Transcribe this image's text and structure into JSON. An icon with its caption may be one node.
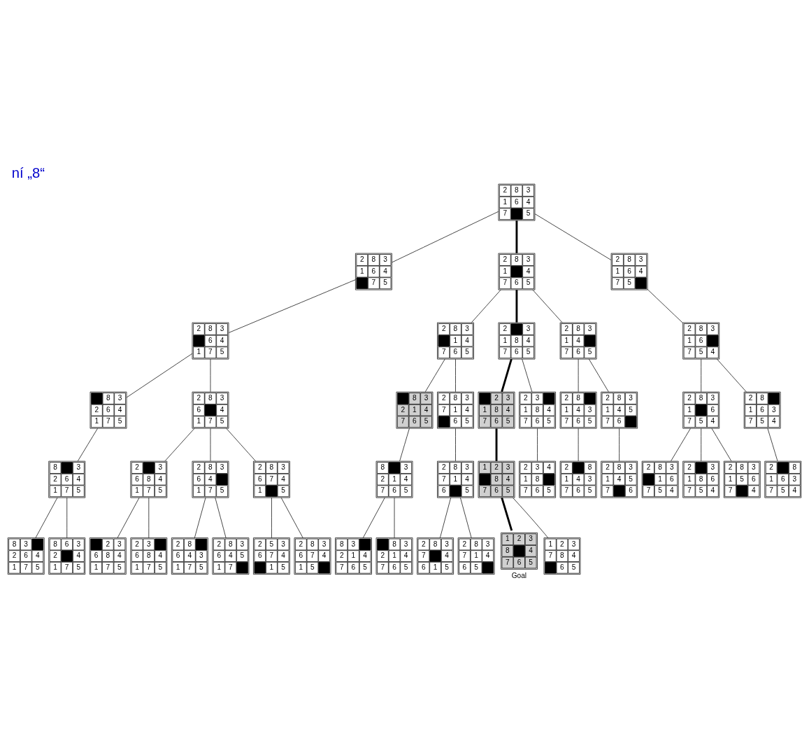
{
  "diagram": {
    "title": "ní „8“",
    "nodes": [
      {
        "text": [
          "2 8 3",
          "1 6 4",
          "7 5"
        ]
      },
      {
        "text": [
          "2 8 3",
          "1 6 4",
          "7 5"
        ]
      },
      {
        "text": [
          "2 8 3",
          "1 4",
          "7 6 5"
        ]
      },
      {
        "text": [
          "2 8 3",
          "1 6 4",
          "7 5"
        ]
      },
      {
        "text": [
          "2 8 3",
          "6 4",
          "1 7 5"
        ]
      },
      {
        "text": [
          "2 8 3",
          "1 4",
          "7 6 5"
        ]
      },
      {
        "text": [
          "2 3",
          "1 8 4",
          "7 6 5"
        ]
      },
      {
        "text": [
          "2 8 3",
          "1 4",
          "7 6 5"
        ]
      },
      {
        "text": [
          "2 8 3",
          "1 6",
          "7 5 4"
        ]
      },
      {
        "text": [
          "8 3",
          "2 6 4",
          "1 7 5"
        ]
      },
      {
        "text": [
          "2 8 3",
          "6 4",
          "1 7 5"
        ]
      },
      {
        "text": [
          "8 3",
          "2 1 4",
          "7 6 5"
        ]
      },
      {
        "text": [
          "2 8 3",
          "7 1 4",
          "6 5"
        ]
      },
      {
        "text": [
          "2 3",
          "1 8 4",
          "7 6 5"
        ]
      },
      {
        "text": [
          "2 3",
          "1 8 4",
          "7 6 5"
        ]
      },
      {
        "text": [
          "2 8",
          "1 4 3",
          "7 6 5"
        ]
      },
      {
        "text": [
          "2 8 3",
          "1 4 5",
          "7 6"
        ]
      },
      {
        "text": [
          "2 8 3",
          "1 6",
          "7 5 4"
        ]
      },
      {
        "text": [
          "2 8",
          "1 6 3",
          "7 5 4"
        ]
      },
      {
        "text": [
          "8 3",
          "2 6 4",
          "1 7 5"
        ]
      },
      {
        "text": [
          "2 3",
          "6 8 4",
          "1 7 5"
        ]
      },
      {
        "text": [
          "2 8 3",
          "6 4",
          "1 7 5"
        ]
      },
      {
        "text": [
          "2 8 3",
          "6 7 4",
          "1 5"
        ]
      },
      {
        "text": [
          "8 3",
          "2 1 4",
          "7 6 5"
        ]
      },
      {
        "text": [
          "2 8 3",
          "7 1 4",
          "6 5"
        ]
      },
      {
        "text": [
          "1 2 3",
          "8 4",
          "7 6 5"
        ]
      },
      {
        "text": [
          "2 3 4",
          "1 8",
          "7 6 5"
        ]
      },
      {
        "text": [
          "2 8",
          "1 4 3",
          "7 6 5"
        ]
      },
      {
        "text": [
          "2 8 3",
          "1 4 5",
          "7 6"
        ]
      },
      {
        "text": [
          "2 8 3",
          "1 6",
          "7 5 4"
        ]
      },
      {
        "text": [
          "2 3",
          "1 8 6",
          "7 5 4"
        ]
      },
      {
        "text": [
          "2 8 3",
          "1 5 6",
          "7 4"
        ]
      },
      {
        "text": [
          "2 8",
          "1 6 3",
          "7 5 4"
        ]
      },
      {
        "text": [
          "8 3",
          "2 6 4",
          "1 7 5"
        ]
      },
      {
        "text": [
          "8 6 3",
          "2 4",
          "1 7 5"
        ]
      },
      {
        "text": [
          "2 3",
          "6 8 4",
          "1 7 5"
        ]
      },
      {
        "text": [
          "2 3",
          "6 8 4",
          "1 7 5"
        ]
      },
      {
        "text": [
          "2 8",
          "6 4 3",
          "1 7 5"
        ]
      },
      {
        "text": [
          "2 8 3",
          "6 4 5",
          "1 7"
        ]
      },
      {
        "text": [
          "2 5 3",
          "6 7 4",
          "1 5"
        ]
      },
      {
        "text": [
          "2 8 3",
          "6 7 4",
          "1 5"
        ]
      },
      {
        "text": [
          "8 3",
          "2 1 4",
          "7 6 5"
        ]
      },
      {
        "text": [
          "8 3",
          "2 1 4",
          "7 6 5"
        ]
      },
      {
        "text": [
          "2 8 3",
          "7 4",
          "6 1 5"
        ]
      },
      {
        "text": [
          "2 8 3",
          "7 1 4",
          "6 5"
        ]
      },
      {
        "text": [
          "1 2 3",
          "8 4",
          "7 6 5"
        ],
        "beside": [
          "Goal"
        ]
      },
      {
        "text": [
          "1 2 3",
          "7 8 4",
          "6 5"
        ]
      }
    ],
    "edges": [
      {
        "from": 0,
        "to": 1,
        "arrow": "none"
      },
      {
        "from": 0,
        "to": 2,
        "arrow": "none",
        "style": "thick"
      },
      {
        "from": 0,
        "to": 3,
        "arrow": "none"
      },
      {
        "from": 1,
        "to": 4,
        "arrow": "none"
      },
      {
        "from": 2,
        "to": 5,
        "arrow": "none"
      },
      {
        "from": 2,
        "to": 6,
        "arrow": "none",
        "style": "thick"
      },
      {
        "from": 2,
        "to": 7,
        "arrow": "none"
      },
      {
        "from": 3,
        "to": 8,
        "arrow": "none"
      },
      {
        "from": 4,
        "to": 9,
        "arrow": "none"
      },
      {
        "from": 4,
        "to": 10,
        "arrow": "none"
      },
      {
        "from": 5,
        "to": 11,
        "arrow": "none"
      },
      {
        "from": 5,
        "to": 12,
        "arrow": "none"
      },
      {
        "from": 6,
        "to": 13,
        "arrow": "none",
        "style": "thick"
      },
      {
        "from": 6,
        "to": 14,
        "arrow": "none"
      },
      {
        "from": 7,
        "to": 15,
        "arrow": "none"
      },
      {
        "from": 7,
        "to": 16,
        "arrow": "none"
      },
      {
        "from": 8,
        "to": 17,
        "arrow": "none"
      },
      {
        "from": 8,
        "to": 18,
        "arrow": "none"
      },
      {
        "from": 9,
        "to": 19,
        "arrow": "none"
      },
      {
        "from": 10,
        "to": 20,
        "arrow": "none"
      },
      {
        "from": 10,
        "to": 21,
        "arrow": "none"
      },
      {
        "from": 10,
        "to": 22,
        "arrow": "none"
      },
      {
        "from": 11,
        "to": 23,
        "arrow": "none"
      },
      {
        "from": 12,
        "to": 24,
        "arrow": "none"
      },
      {
        "from": 13,
        "to": 25,
        "arrow": "none",
        "style": "thick"
      },
      {
        "from": 14,
        "to": 26,
        "arrow": "none"
      },
      {
        "from": 15,
        "to": 27,
        "arrow": "none"
      },
      {
        "from": 16,
        "to": 28,
        "arrow": "none"
      },
      {
        "from": 17,
        "to": 29,
        "arrow": "none"
      },
      {
        "from": 17,
        "to": 30,
        "arrow": "none"
      },
      {
        "from": 17,
        "to": 31,
        "arrow": "none"
      },
      {
        "from": 18,
        "to": 32,
        "arrow": "none"
      },
      {
        "from": 19,
        "to": 33,
        "arrow": "none"
      },
      {
        "from": 19,
        "to": 34,
        "arrow": "none"
      },
      {
        "from": 20,
        "to": 35,
        "arrow": "none"
      },
      {
        "from": 20,
        "to": 36,
        "arrow": "none"
      },
      {
        "from": 21,
        "to": 37,
        "arrow": "none"
      },
      {
        "from": 21,
        "to": 38,
        "arrow": "none"
      },
      {
        "from": 22,
        "to": 39,
        "arrow": "none"
      },
      {
        "from": 22,
        "to": 40,
        "arrow": "none"
      },
      {
        "from": 23,
        "to": 41,
        "arrow": "none"
      },
      {
        "from": 23,
        "to": 42,
        "arrow": "none"
      },
      {
        "from": 24,
        "to": 43,
        "arrow": "none"
      },
      {
        "from": 24,
        "to": 44,
        "arrow": "none"
      },
      {
        "from": 25,
        "to": 45,
        "arrow": "none",
        "style": "thick"
      },
      {
        "from": 25,
        "to": 46,
        "arrow": "none"
      }
    ]
  }
}
